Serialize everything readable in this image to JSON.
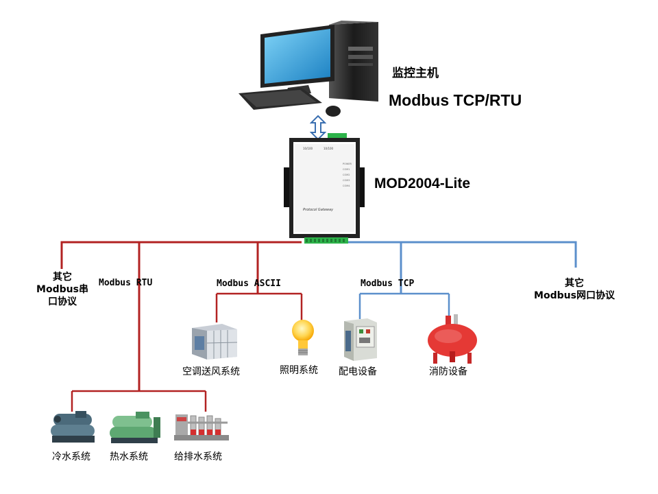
{
  "host": {
    "title": "监控主机",
    "protocol": "Modbus TCP/RTU"
  },
  "gateway": {
    "model": "MOD2004-Lite",
    "panel_text": "Protocol Gateway"
  },
  "branches": {
    "other_serial": [
      "其它",
      "Modbus串",
      "口协议"
    ],
    "rtu": "Modbus  RTU",
    "ascii": "Modbus  ASCII",
    "tcp": "Modbus  TCP",
    "other_net": [
      "其它",
      "Modbus网口协议"
    ]
  },
  "devices": {
    "hvac": "空调送风系统",
    "lighting": "照明系统",
    "power": "配电设备",
    "fire": "消防设备",
    "cold_water": "冷水系统",
    "hot_water": "热水系统",
    "water_supply": "给排水系统"
  },
  "colors": {
    "serial_line": "#b22222",
    "net_line": "#5b8fcb",
    "terminal_green": "#2db34a"
  },
  "icons": [
    "desktop-computer-icon",
    "arrow-updown-icon",
    "gateway-device-icon",
    "hvac-unit-icon",
    "light-bulb-icon",
    "power-cabinet-icon",
    "fire-tank-icon",
    "chiller-icon",
    "heater-icon",
    "pump-system-icon"
  ]
}
